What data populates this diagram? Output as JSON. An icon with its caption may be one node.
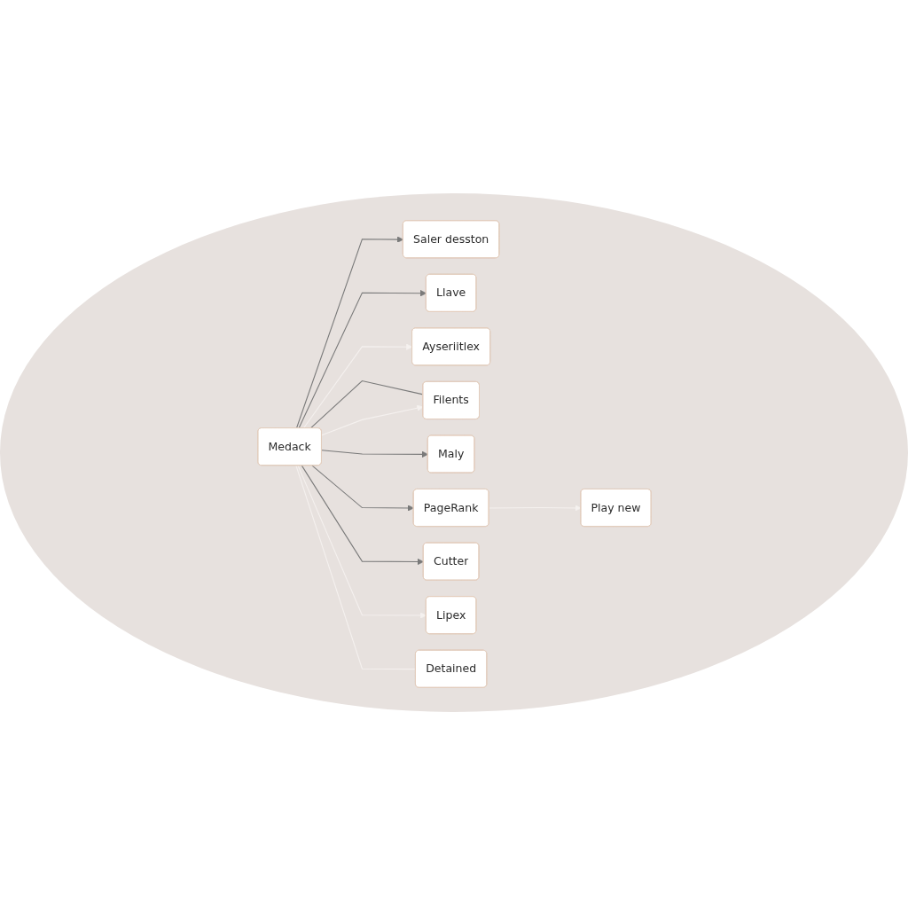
{
  "diagram": {
    "nodes": [
      {
        "text": [
          "Saler desston"
        ]
      },
      {
        "text": [
          "Llave"
        ]
      },
      {
        "text": [
          "Ayseriitlex"
        ]
      },
      {
        "text": [
          "Medack"
        ]
      },
      {
        "text": [
          "Filents"
        ]
      },
      {
        "text": [
          "Maly"
        ]
      },
      {
        "text": [
          "PageRank"
        ]
      },
      {
        "text": [
          "Cutter"
        ]
      },
      {
        "text": [
          "Lipex"
        ]
      },
      {
        "text": [
          "Play new"
        ]
      },
      {
        "text": [
          "Detained"
        ]
      }
    ],
    "edges": [
      {
        "from": 3,
        "to": 0,
        "arrow": "to"
      },
      {
        "from": 3,
        "to": 1,
        "arrow": "to"
      },
      {
        "from": 3,
        "to": 2,
        "arrow": "to",
        "color": "#f5f1ef"
      },
      {
        "from": 3,
        "to": 4,
        "arrow": "none"
      },
      {
        "from": 3,
        "to": 4,
        "arrow": "to",
        "color": "#f5f1ef"
      },
      {
        "from": 3,
        "to": 5,
        "arrow": "to"
      },
      {
        "from": 3,
        "to": 6,
        "arrow": "to"
      },
      {
        "from": 3,
        "to": 7,
        "arrow": "to"
      },
      {
        "from": 3,
        "to": 8,
        "arrow": "to",
        "color": "#f5f1ef"
      },
      {
        "from": 6,
        "to": 9,
        "arrow": "to",
        "color": "#f5f1ef"
      },
      {
        "from": 3,
        "to": 10,
        "arrow": "none",
        "color": "#f5f1ef"
      }
    ]
  }
}
